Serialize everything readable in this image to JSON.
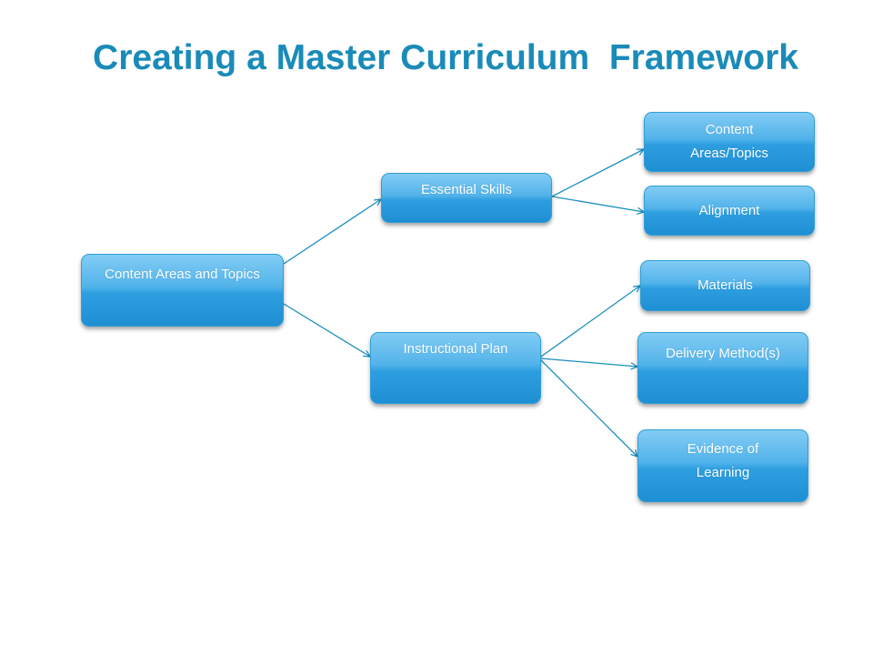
{
  "title": "Creating a Master Curriculum  Framework",
  "colors": {
    "title": "#1a8bb8",
    "node_top": "#82ccf4",
    "node_bottom": "#1f8fd3",
    "connector": "#1a8fbf"
  },
  "nodes": {
    "root": "Content Areas and Topics",
    "essential_skills": "Essential Skills",
    "instructional_plan": "Instructional Plan",
    "content_areas_topics": "Content Areas/Topics",
    "alignment": "Alignment",
    "materials": "Materials",
    "delivery_method": "Delivery Method(s)",
    "evidence_of_learning": "Evidence of Learning"
  },
  "edges": [
    [
      "root",
      "essential_skills"
    ],
    [
      "root",
      "instructional_plan"
    ],
    [
      "essential_skills",
      "content_areas_topics"
    ],
    [
      "essential_skills",
      "alignment"
    ],
    [
      "instructional_plan",
      "materials"
    ],
    [
      "instructional_plan",
      "delivery_method"
    ],
    [
      "instructional_plan",
      "evidence_of_learning"
    ]
  ]
}
